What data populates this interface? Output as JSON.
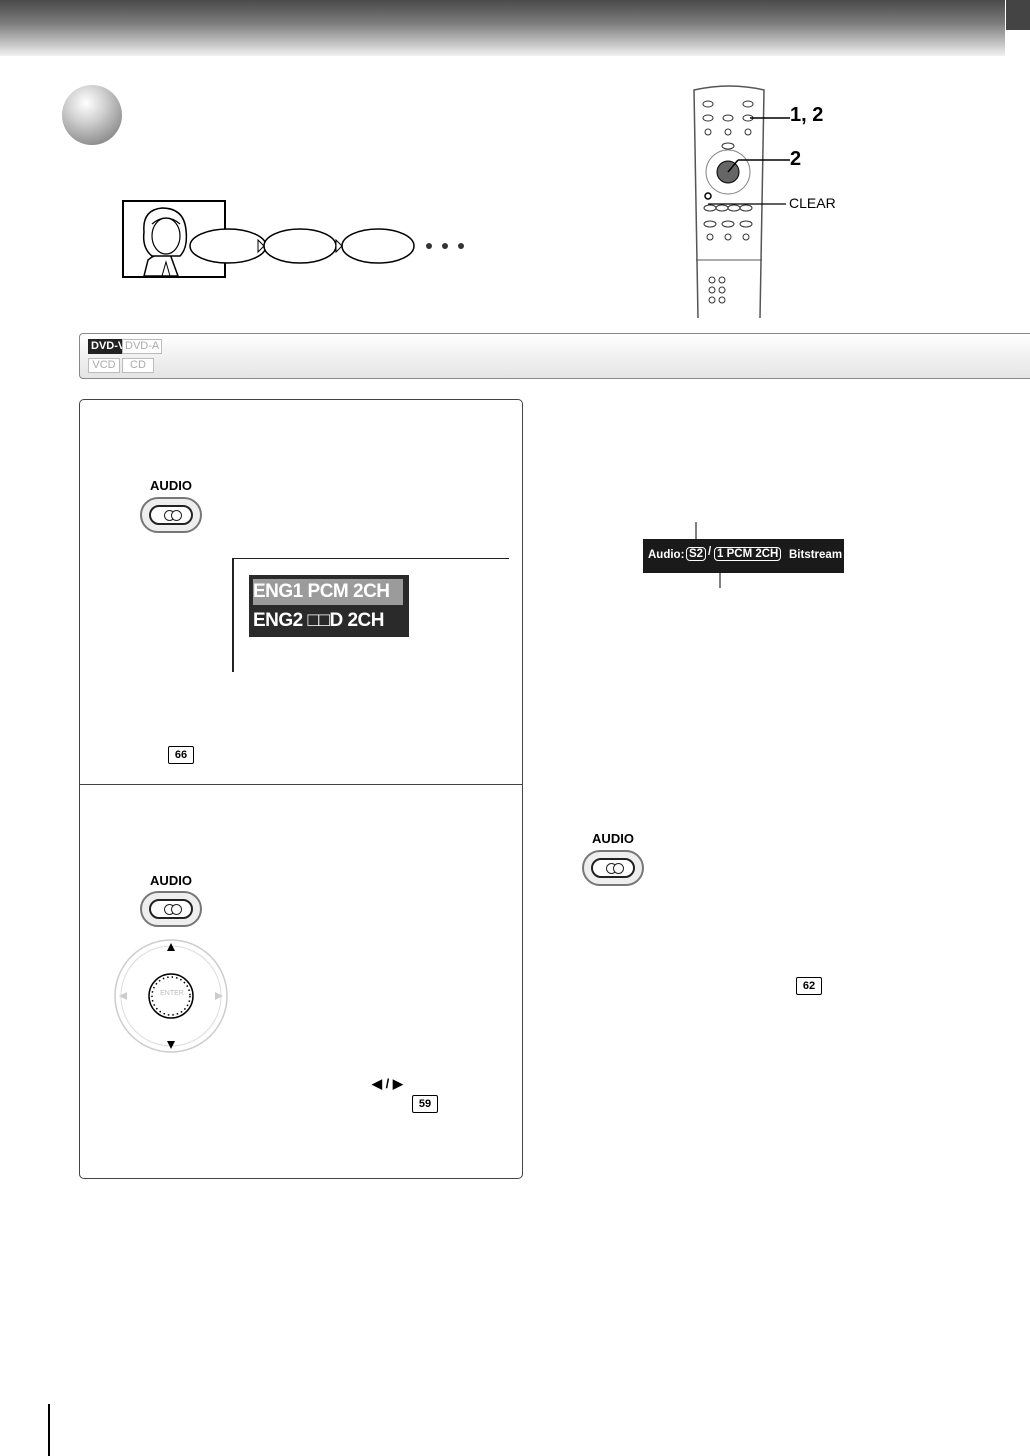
{
  "remote": {
    "callouts": [
      "1, 2",
      "2"
    ],
    "clear_label": "CLEAR"
  },
  "disc_badges": [
    "DVD-V",
    "DVD-A",
    "VCD",
    "CD"
  ],
  "step1": {
    "button_label": "AUDIO",
    "osd_rows": [
      "ENG1 PCM  2CH",
      "ENG2 □□D 2CH"
    ],
    "page_ref": "66"
  },
  "step2": {
    "button_label": "AUDIO",
    "enter_label": "ENTER",
    "arrows_label": "◀ / ▶",
    "page_ref": "59"
  },
  "status_bar": {
    "label": "Audio:",
    "stream": "S2",
    "track": "1  PCM  2CH",
    "mode": "Bitstream"
  },
  "right_audio": {
    "button_label": "AUDIO",
    "page_ref": "62"
  }
}
